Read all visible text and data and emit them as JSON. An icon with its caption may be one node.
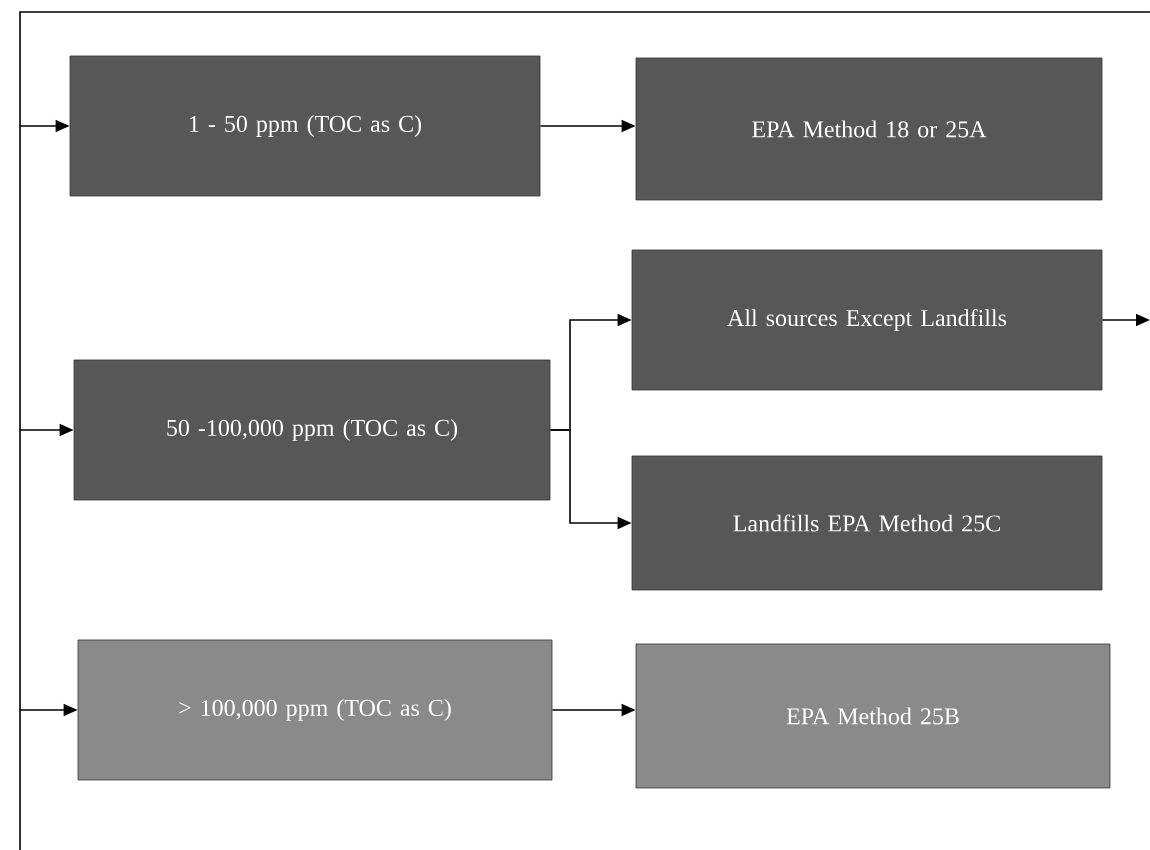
{
  "diagram": {
    "nodes": [
      {
        "text": [
          "1 - 50 ppm (TOC as C)"
        ]
      },
      {
        "text": [
          "EPA Method 18 or 25A"
        ]
      },
      {
        "text": [
          "50 -100,000 ppm (TOC as C)"
        ]
      },
      {
        "text": [
          "All sources Except Landfills"
        ]
      },
      {
        "text": [
          "Landfills EPA Method 25C"
        ]
      },
      {
        "text": [
          "> 100,000 ppm (TOC as C)"
        ]
      },
      {
        "text": [
          "EPA Method 25B"
        ]
      }
    ],
    "edges": [
      {
        "from": null,
        "to": 0,
        "arrow": "to"
      },
      {
        "from": null,
        "to": 2,
        "arrow": "to"
      },
      {
        "from": null,
        "to": 5,
        "arrow": "to"
      },
      {
        "from": 0,
        "to": 1,
        "arrow": "to"
      },
      {
        "from": 2,
        "to": 3,
        "arrow": "to"
      },
      {
        "from": 2,
        "to": 4,
        "arrow": "to"
      },
      {
        "from": 5,
        "to": 6,
        "arrow": "to"
      },
      {
        "from": 3,
        "to": null,
        "arrow": "to"
      }
    ]
  }
}
